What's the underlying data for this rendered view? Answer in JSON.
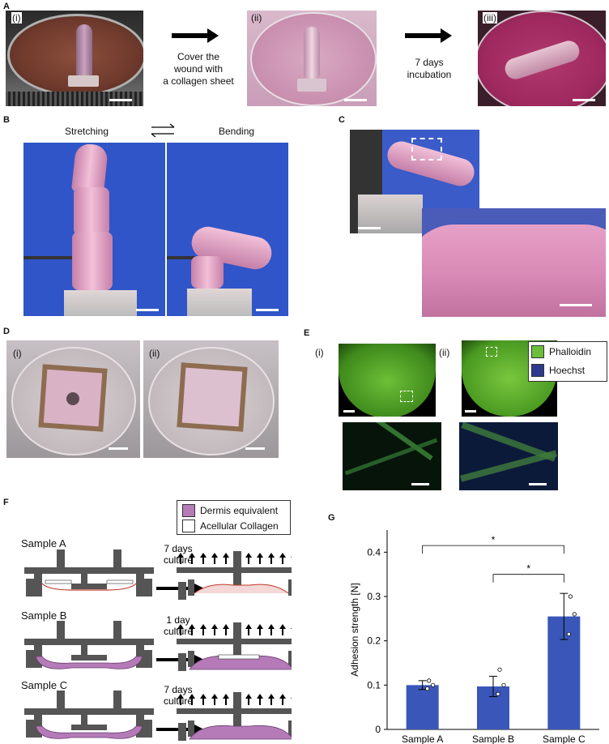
{
  "panels": {
    "A": {
      "label": "A",
      "subs": [
        "(i)",
        "(ii)",
        "(iii)"
      ],
      "step1_text": [
        "Cover the",
        "wound with",
        "a collagen sheet"
      ],
      "step2_text": [
        "7 days",
        "incubation"
      ]
    },
    "B": {
      "label": "B",
      "left_title": "Stretching",
      "right_title": "Bending"
    },
    "C": {
      "label": "C"
    },
    "D": {
      "label": "D",
      "subs": [
        "(i)",
        "(ii)"
      ]
    },
    "E": {
      "label": "E",
      "subs": [
        "(i)",
        "(ii)"
      ],
      "legend": [
        {
          "name": "Phalloidin",
          "color": "#6cbf3a"
        },
        {
          "name": "Hoechst",
          "color": "#2e3a8c"
        }
      ]
    },
    "F": {
      "label": "F",
      "legend": [
        {
          "name": "Dermis equivalent",
          "color": "#b57bb8"
        },
        {
          "name": "Acellular Collagen",
          "color": "#ffffff"
        }
      ],
      "samples": [
        {
          "name": "Sample A",
          "step": [
            "7 days",
            "culture"
          ]
        },
        {
          "name": "Sample B",
          "step": [
            "1 day",
            "culture"
          ]
        },
        {
          "name": "Sample C",
          "step": [
            "7 days",
            "culture"
          ]
        }
      ]
    },
    "G": {
      "label": "G"
    }
  },
  "colors": {
    "bar": "#3a56b8",
    "dermis": "#b57bb8",
    "device": "#555555",
    "blue_bg": "#2f55c8",
    "finger": "#e8a8c8"
  },
  "chart_data": {
    "type": "bar",
    "categories": [
      "Sample A",
      "Sample B",
      "Sample C"
    ],
    "values": [
      0.1,
      0.097,
      0.255
    ],
    "errors": [
      0.01,
      0.023,
      0.052
    ],
    "points": [
      [
        0.092,
        0.1,
        0.11
      ],
      [
        0.08,
        0.1,
        0.135
      ],
      [
        0.215,
        0.26,
        0.3
      ]
    ],
    "ylabel": "Adhesion strength [N]",
    "xlabel": "",
    "ylim": [
      0,
      0.45
    ],
    "yticks": [
      "0",
      "0.1",
      "0.2",
      "0.3",
      "0.4"
    ],
    "significance": [
      {
        "from": 0,
        "to": 2,
        "label": "*"
      },
      {
        "from": 1,
        "to": 2,
        "label": "*"
      }
    ],
    "grid": false
  }
}
